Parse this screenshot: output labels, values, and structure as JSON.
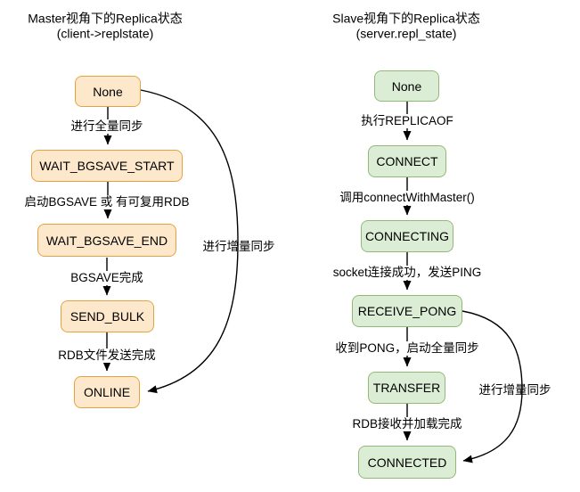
{
  "left": {
    "title": "Master视角下的Replica状态",
    "subtitle": "(client->replstate)",
    "box_fill": "#FDE8CC",
    "box_stroke": "#E4A343",
    "states": [
      "None",
      "WAIT_BGSAVE_START",
      "WAIT_BGSAVE_END",
      "SEND_BULK",
      "ONLINE"
    ],
    "edge_labels": [
      "进行全量同步",
      "启动BGSAVE 或 有可复用RDB",
      "BGSAVE完成",
      "RDB文件发送完成"
    ],
    "loop_label": "进行增量同步"
  },
  "right": {
    "title": "Slave视角下的Replica状态",
    "subtitle": "(server.repl_state)",
    "box_fill": "#DCEDD5",
    "box_stroke": "#93B978",
    "states": [
      "None",
      "CONNECT",
      "CONNECTING",
      "RECEIVE_PONG",
      "TRANSFER",
      "CONNECTED"
    ],
    "edge_labels": [
      "执行REPLICAOF",
      "调用connectWithMaster()",
      "socket连接成功，发送PING",
      "收到PONG，启动全量同步",
      "RDB接收并加载完成"
    ],
    "loop_label": "进行增量同步"
  },
  "arrow_color": "#000000"
}
